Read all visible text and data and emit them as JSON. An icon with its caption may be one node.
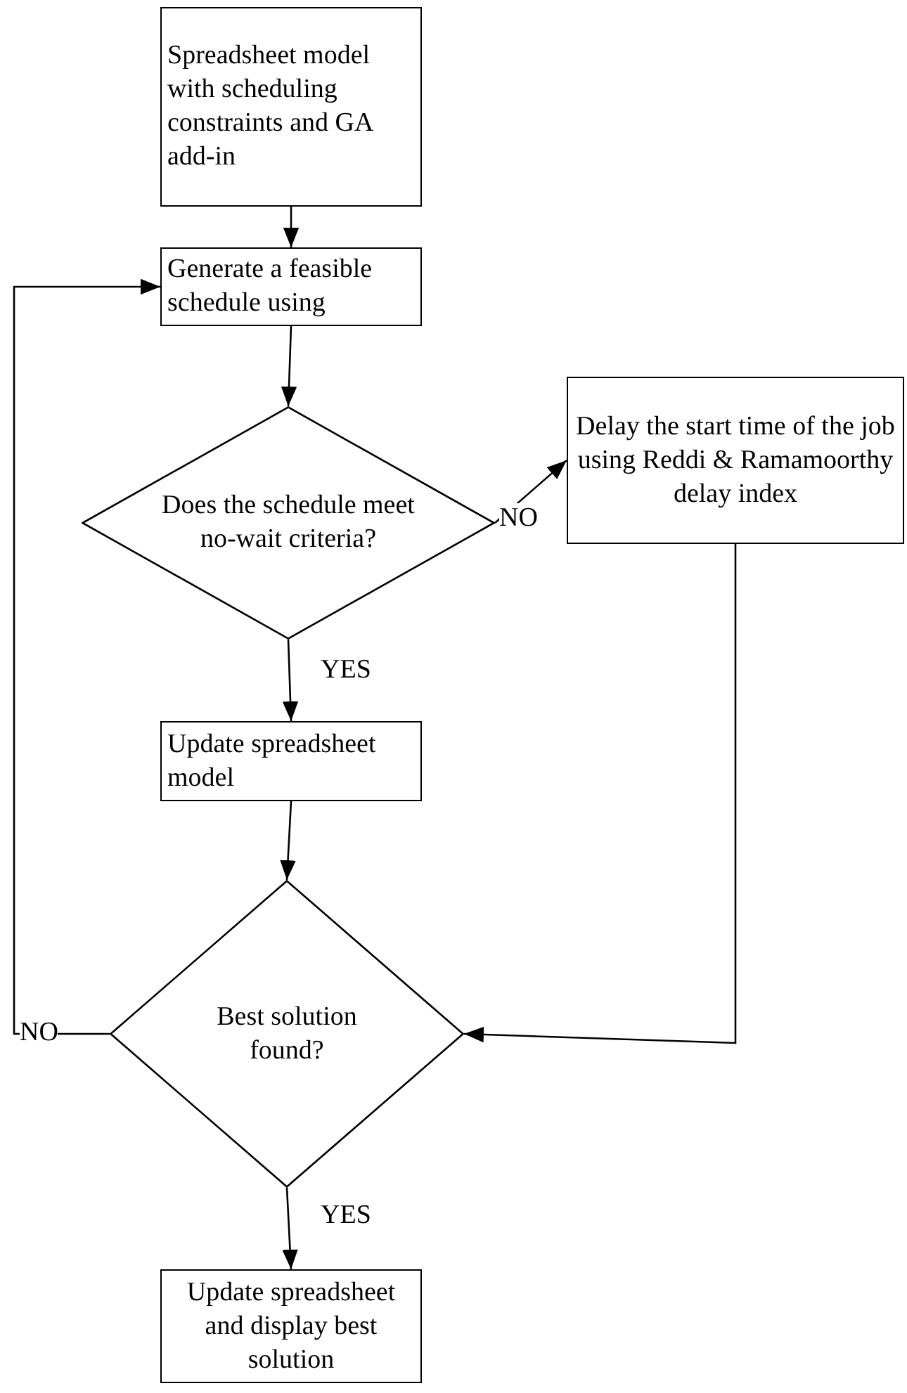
{
  "diagram": {
    "nodes": [
      {
        "text": [
          "Spreadsheet model with scheduling constraints and GA add-in"
        ]
      },
      {
        "text": [
          "Generate a feasible schedule using"
        ]
      },
      {
        "text": [
          "Does the schedule meet no-wait criteria?"
        ]
      },
      {
        "text": [
          "Delay the start time of the job using Reddi & Ramamoorthy delay index"
        ]
      },
      {
        "text": [
          "Update spreadsheet model"
        ]
      },
      {
        "text": [
          "Best solution found?"
        ]
      },
      {
        "text": [
          "Update spreadsheet and display best solution"
        ]
      }
    ],
    "edges": [
      {
        "from": 0,
        "to": 1,
        "arrow": "to"
      },
      {
        "from": 1,
        "to": 2,
        "arrow": "to"
      },
      {
        "from": 2,
        "to": 3,
        "arrow": "to",
        "label": "NO"
      },
      {
        "from": 2,
        "to": 4,
        "arrow": "to",
        "label": "YES"
      },
      {
        "from": 4,
        "to": 5,
        "arrow": "to"
      },
      {
        "from": 5,
        "to": 1,
        "arrow": "to",
        "label": "NO"
      },
      {
        "from": 3,
        "to": 5,
        "arrow": "to"
      },
      {
        "from": 5,
        "to": 6,
        "arrow": "to",
        "label": "YES"
      }
    ]
  }
}
